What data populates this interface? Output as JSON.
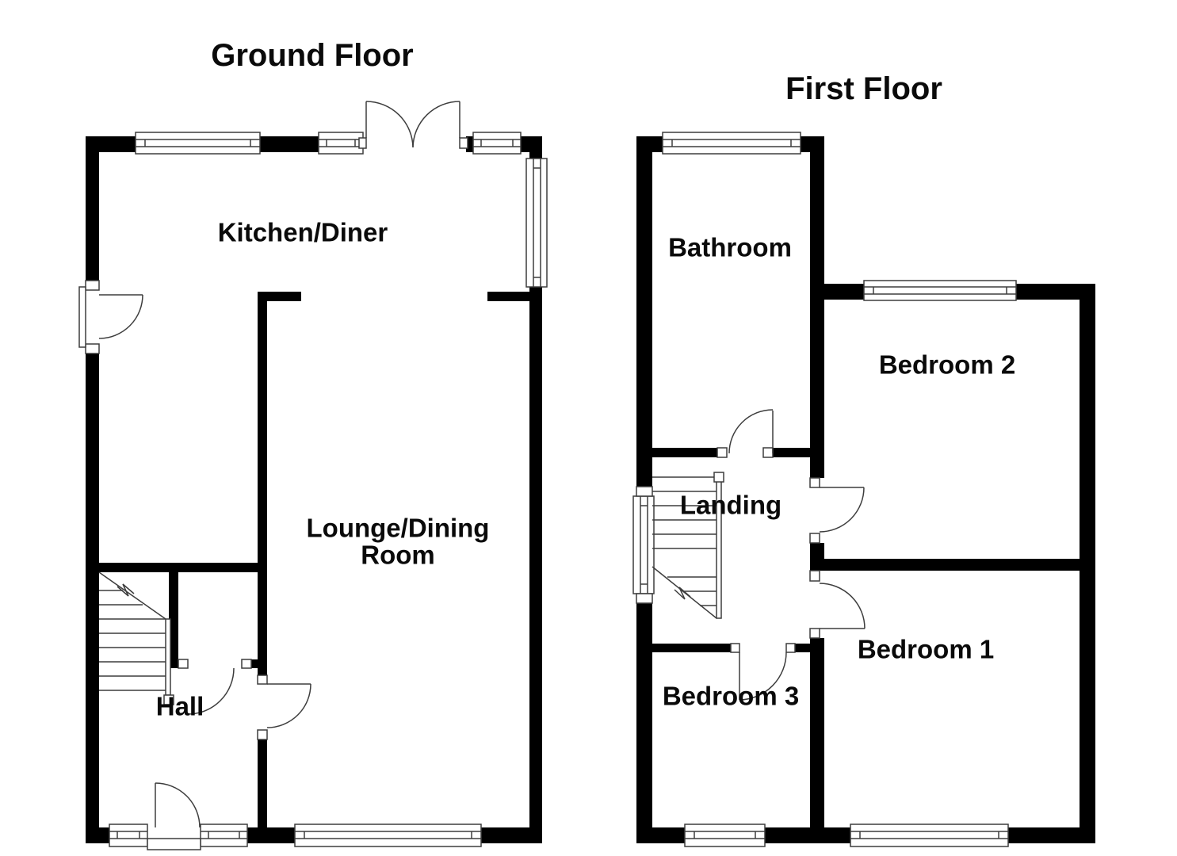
{
  "ground": {
    "title": "Ground Floor",
    "rooms": {
      "kitchen": "Kitchen/Diner",
      "lounge_line1": "Lounge/Dining",
      "lounge_line2": "Room",
      "hall": "Hall"
    }
  },
  "first": {
    "title": "First Floor",
    "rooms": {
      "bathroom": "Bathroom",
      "bedroom2": "Bedroom 2",
      "landing": "Landing",
      "bedroom1": "Bedroom 1",
      "bedroom3": "Bedroom 3"
    }
  },
  "colors": {
    "wall": "#000000",
    "line": "#3d3d3d",
    "background": "#ffffff"
  }
}
